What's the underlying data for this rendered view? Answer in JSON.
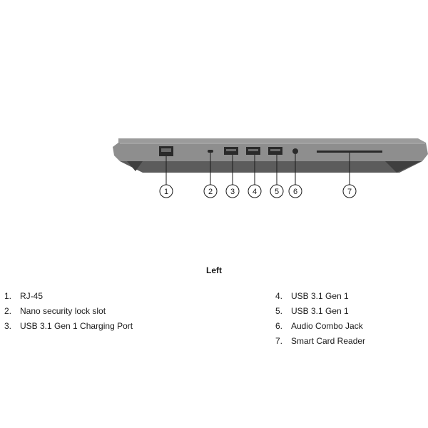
{
  "view_title": "Left",
  "callouts": [
    {
      "number": "1",
      "label": "RJ-45"
    },
    {
      "number": "2",
      "label": "Nano security lock slot"
    },
    {
      "number": "3",
      "label": "USB 3.1 Gen 1 Charging Port"
    },
    {
      "number": "4",
      "label": "USB 3.1 Gen 1"
    },
    {
      "number": "5",
      "label": "USB 3.1 Gen 1"
    },
    {
      "number": "6",
      "label": "Audio Combo Jack"
    },
    {
      "number": "7",
      "label": "Smart Card Reader"
    }
  ],
  "legend_left": [
    {
      "index": "1.",
      "label": "RJ-45"
    },
    {
      "index": "2.",
      "label": "Nano security lock slot"
    },
    {
      "index": "3.",
      "label": "USB 3.1 Gen 1 Charging Port"
    }
  ],
  "legend_right": [
    {
      "index": "4.",
      "label": "USB 3.1 Gen 1"
    },
    {
      "index": "5.",
      "label": "USB 3.1 Gen 1"
    },
    {
      "index": "6.",
      "label": "Audio Combo Jack"
    },
    {
      "index": "7.",
      "label": "Smart Card Reader"
    }
  ],
  "colors": {
    "chassis": "#8e8e8e",
    "chassis_dark": "#5c5c5c",
    "port_accent": "#9a9a9a",
    "callout_line": "#1a1a1a"
  }
}
